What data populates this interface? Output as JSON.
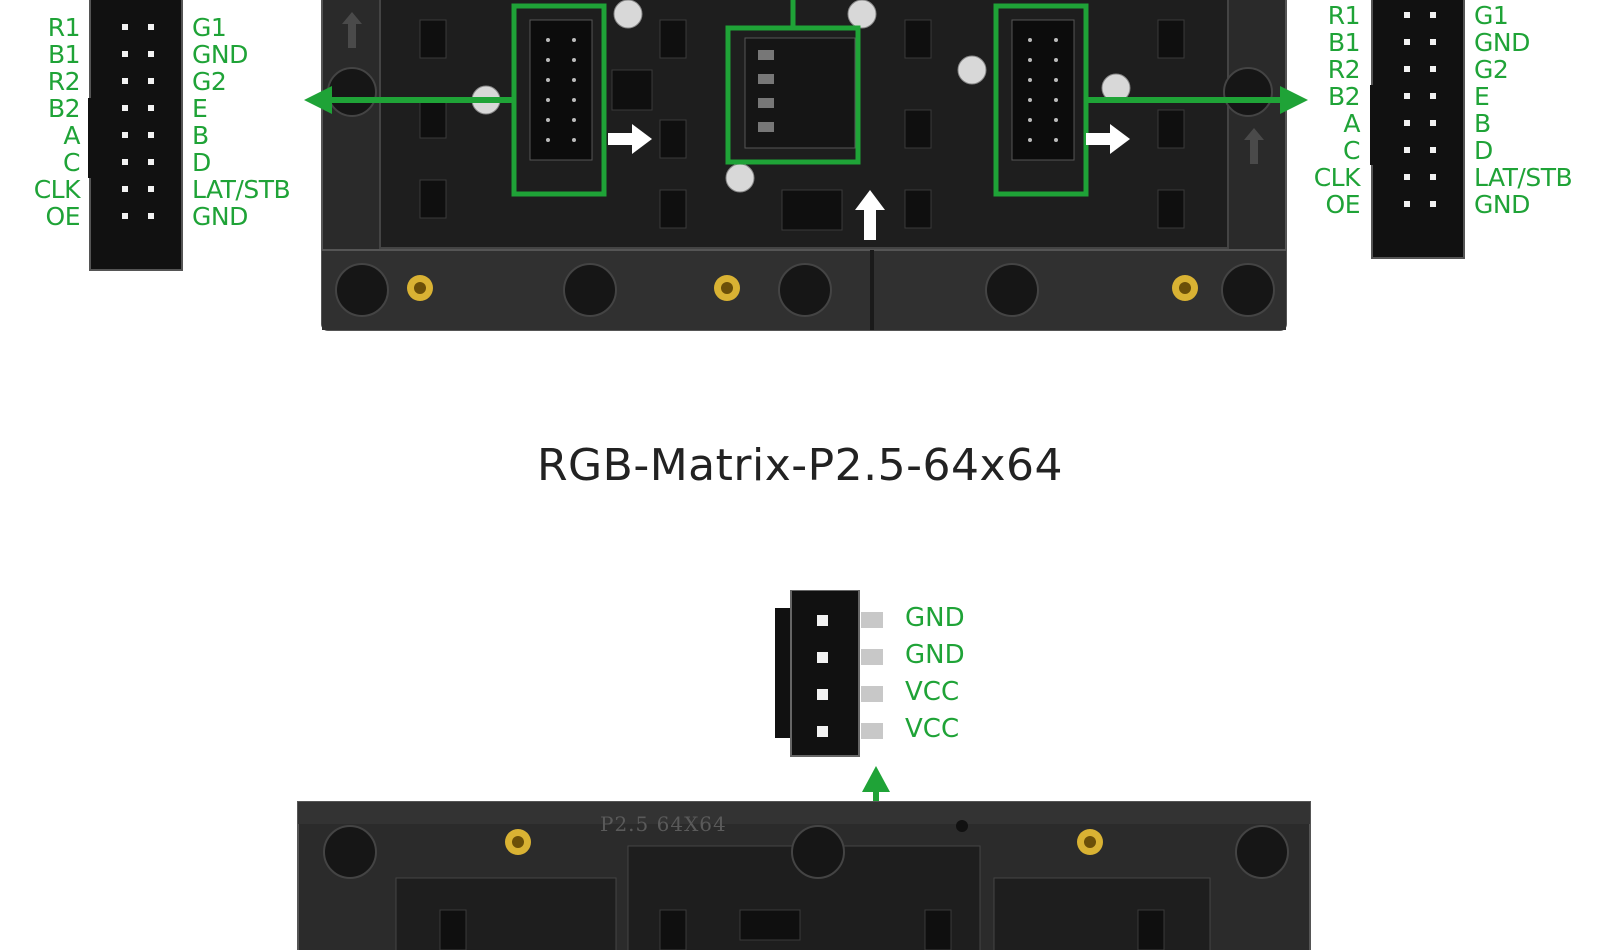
{
  "title": "RGB-Matrix-P2.5-64x64",
  "colors": {
    "accent_green": "#1fa337",
    "board": "#2b2b2b",
    "connector": "#111111"
  },
  "left_connector": {
    "left_pins": [
      "R1",
      "B1",
      "R2",
      "B2",
      "A",
      "C",
      "CLK",
      "OE"
    ],
    "right_pins": [
      "G1",
      "GND",
      "G2",
      "E",
      "B",
      "D",
      "LAT/STB",
      "GND"
    ]
  },
  "right_connector": {
    "left_pins": [
      "R1",
      "B1",
      "R2",
      "B2",
      "A",
      "C",
      "CLK",
      "OE"
    ],
    "right_pins": [
      "G1",
      "GND",
      "G2",
      "E",
      "B",
      "D",
      "LAT/STB",
      "GND"
    ]
  },
  "power_connector": {
    "pins": [
      "GND",
      "GND",
      "VCC",
      "VCC"
    ]
  },
  "board_silkscreen": {
    "bottom_label": "P2.5 64X64"
  }
}
